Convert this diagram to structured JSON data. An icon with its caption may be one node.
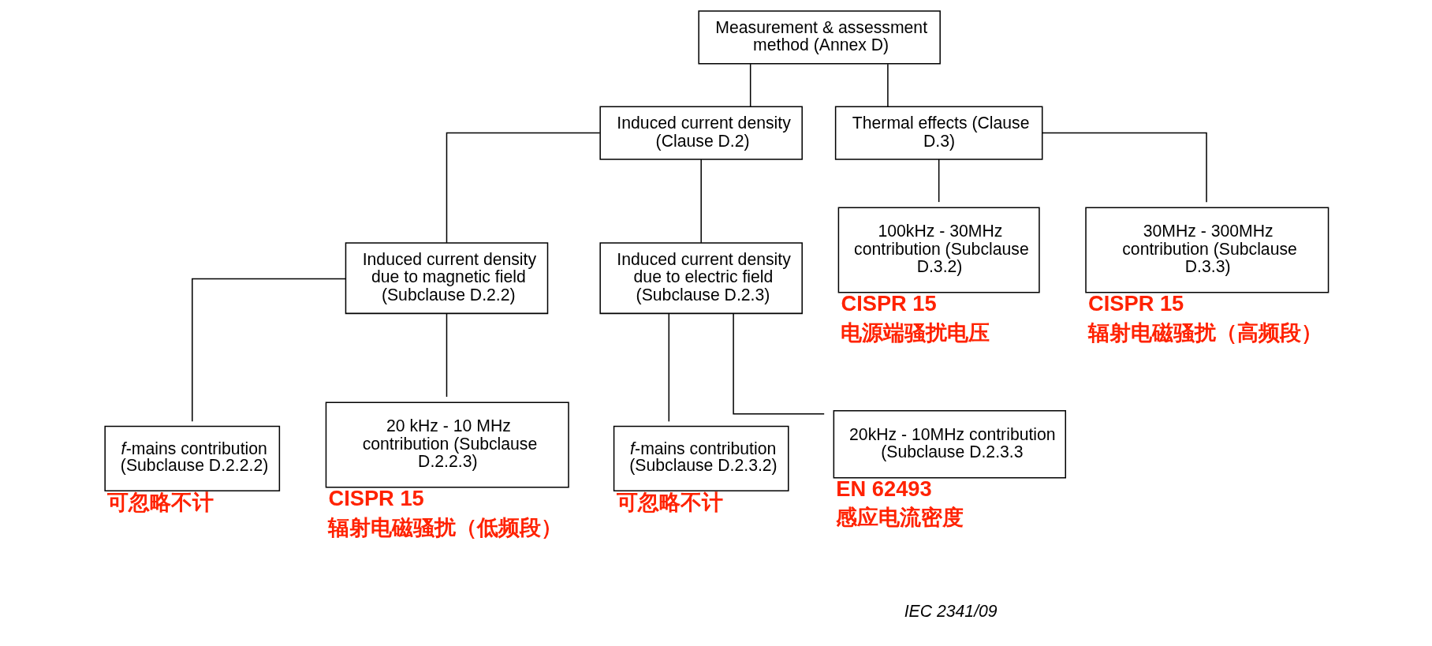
{
  "diagram": {
    "nodes": [
      {
        "text": [
          "Measurement & assessment method (Annex D)"
        ]
      },
      {
        "text": [
          "Induced current density (Clause D.2)"
        ]
      },
      {
        "text": [
          "Thermal effects (Clause D.3)"
        ]
      },
      {
        "text": [
          "Induced current density due to magnetic field (Subclause D.2.2)"
        ]
      },
      {
        "text": [
          "Induced current density due to electric field (Subclause D.2.3)"
        ]
      },
      {
        "text": [
          "100kHz - 30MHz contribution (Subclause D.3.2)"
        ],
        "beside": [
          "CISPR 15",
          "电源端骚扰电压"
        ]
      },
      {
        "text": [
          "30MHz - 300MHz contribution (Subclause D.3.3)"
        ],
        "beside": [
          "CISPR 15",
          "辐射电磁骚扰（高频段）"
        ]
      },
      {
        "text": [
          "*f*-mains contribution (Subclause D.2.2.2)"
        ],
        "beside": [
          "可忽略不计"
        ]
      },
      {
        "text": [
          "20 kHz - 10 MHz contribution (Subclause D.2.2.3)"
        ],
        "beside": [
          "CISPR 15",
          "辐射电磁骚扰（低频段）"
        ]
      },
      {
        "text": [
          "*f*-mains contribution (Subclause D.2.3.2)"
        ],
        "beside": [
          "可忽略不计"
        ]
      },
      {
        "text": [
          "20kHz - 10MHz contribution (Subclause D.2.3.3"
        ],
        "beside": [
          "EN 62493",
          "感应电流密度"
        ]
      }
    ],
    "edges": [
      {
        "from": 0,
        "to": 1,
        "arrow": "none"
      },
      {
        "from": 0,
        "to": 2,
        "arrow": "none"
      },
      {
        "from": 1,
        "to": 3,
        "arrow": "none"
      },
      {
        "from": 1,
        "to": 4,
        "arrow": "none"
      },
      {
        "from": 2,
        "to": 5,
        "arrow": "none"
      },
      {
        "from": 2,
        "to": 6,
        "arrow": "none"
      },
      {
        "from": 3,
        "to": 7,
        "arrow": "none"
      },
      {
        "from": 3,
        "to": 8,
        "arrow": "none"
      },
      {
        "from": 4,
        "to": 9,
        "arrow": "none"
      },
      {
        "from": 4,
        "to": 10,
        "arrow": "none"
      }
    ],
    "labels": [
      "IEC 2341/09"
    ]
  }
}
